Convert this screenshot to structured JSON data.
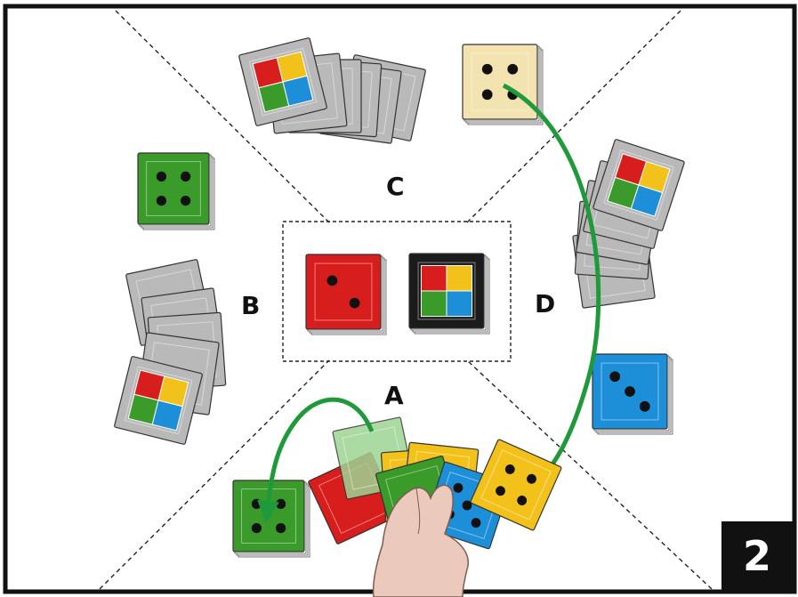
{
  "players": [
    {
      "id": "A",
      "label": "A"
    },
    {
      "id": "B",
      "label": "B"
    },
    {
      "id": "C",
      "label": "C"
    },
    {
      "id": "D",
      "label": "D"
    }
  ],
  "step_number": "2",
  "colors": {
    "green": "#3a9a2a",
    "red": "#d81d1d",
    "blue": "#1d8fd8",
    "yellow": "#f2c21b",
    "cream": "#f3e3b0",
    "grey": "#b9b9b9",
    "black": "#1b1b1b",
    "arrow": "#1f9a3a",
    "frame": "#111111",
    "skin": "#ecc9bd"
  },
  "cards": [
    {
      "name": "center-red-card-2",
      "color": "red",
      "pips": 2
    },
    {
      "name": "center-face-down-pile",
      "color": "black",
      "pips": 0,
      "symbol": true
    },
    {
      "name": "player-b-green-card-4",
      "color": "green",
      "pips": 4
    },
    {
      "name": "player-c-cream-card-4",
      "color": "cream",
      "pips": 4
    },
    {
      "name": "player-d-blue-card-3",
      "color": "blue",
      "pips": 3
    },
    {
      "name": "played-green-card-4",
      "color": "green",
      "pips": 4
    }
  ],
  "hand": [
    {
      "name": "hand-card-red",
      "color": "red",
      "pips": 0
    },
    {
      "name": "hand-card-green-faded",
      "color": "green",
      "pips": 0
    },
    {
      "name": "hand-card-yellow-1",
      "color": "yellow",
      "pips": 0
    },
    {
      "name": "hand-card-yellow-2",
      "color": "yellow",
      "pips": 0
    },
    {
      "name": "hand-card-green",
      "color": "green",
      "pips": 0
    },
    {
      "name": "hand-card-blue",
      "color": "blue",
      "pips": 5
    },
    {
      "name": "hand-card-yellow-3",
      "color": "yellow",
      "pips": 4
    }
  ],
  "arrows": [
    {
      "name": "arrow-c-to-a-hand",
      "from": "C",
      "to": "A"
    },
    {
      "name": "arrow-hand-to-played-green",
      "from": "A",
      "to": "played"
    }
  ]
}
